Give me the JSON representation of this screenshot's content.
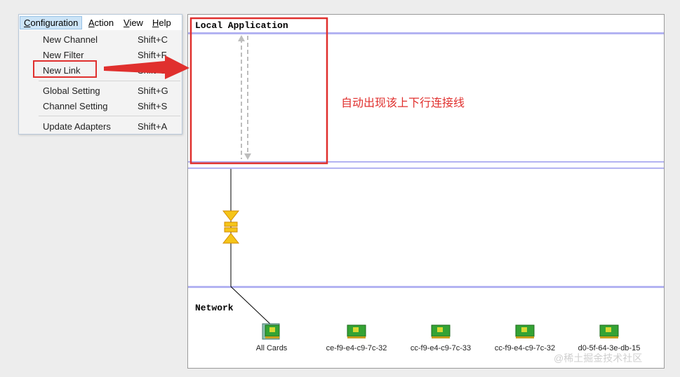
{
  "menubar": {
    "items": [
      {
        "label": "Configuration",
        "mnemonic": "C",
        "rest": "onfiguration"
      },
      {
        "label": "Action",
        "mnemonic": "A",
        "rest": "ction"
      },
      {
        "label": "View",
        "mnemonic": "V",
        "rest": "iew"
      },
      {
        "label": "Help",
        "mnemonic": "H",
        "rest": "elp"
      }
    ]
  },
  "menu": {
    "items": [
      {
        "label": "New Channel",
        "shortcut": "Shift+C"
      },
      {
        "label": "New Filter",
        "shortcut": "Shift+F"
      },
      {
        "label": "New Link",
        "shortcut": "Shift+L"
      },
      {
        "label": "Global Setting",
        "shortcut": "Shift+G"
      },
      {
        "label": "Channel Setting",
        "shortcut": "Shift+S"
      },
      {
        "label": "Update Adapters",
        "shortcut": "Shift+A"
      }
    ]
  },
  "canvas": {
    "local_title": "Local Application",
    "network_title": "Network",
    "adapters": [
      {
        "label": "All Cards"
      },
      {
        "label": "ce-f9-e4-c9-7c-32"
      },
      {
        "label": "cc-f9-e4-c9-7c-33"
      },
      {
        "label": "cc-f9-e4-c9-7c-32"
      },
      {
        "label": "d0-5f-64-3e-db-15"
      }
    ]
  },
  "annotation": "自动出现该上下行连接线",
  "watermark": "@稀土掘金技术社区",
  "colors": {
    "highlight_red": "#e0302e",
    "layer_band": "#b3b3f2",
    "menu_selected": "#cce4f7",
    "filter_icon": "#f5c518"
  }
}
